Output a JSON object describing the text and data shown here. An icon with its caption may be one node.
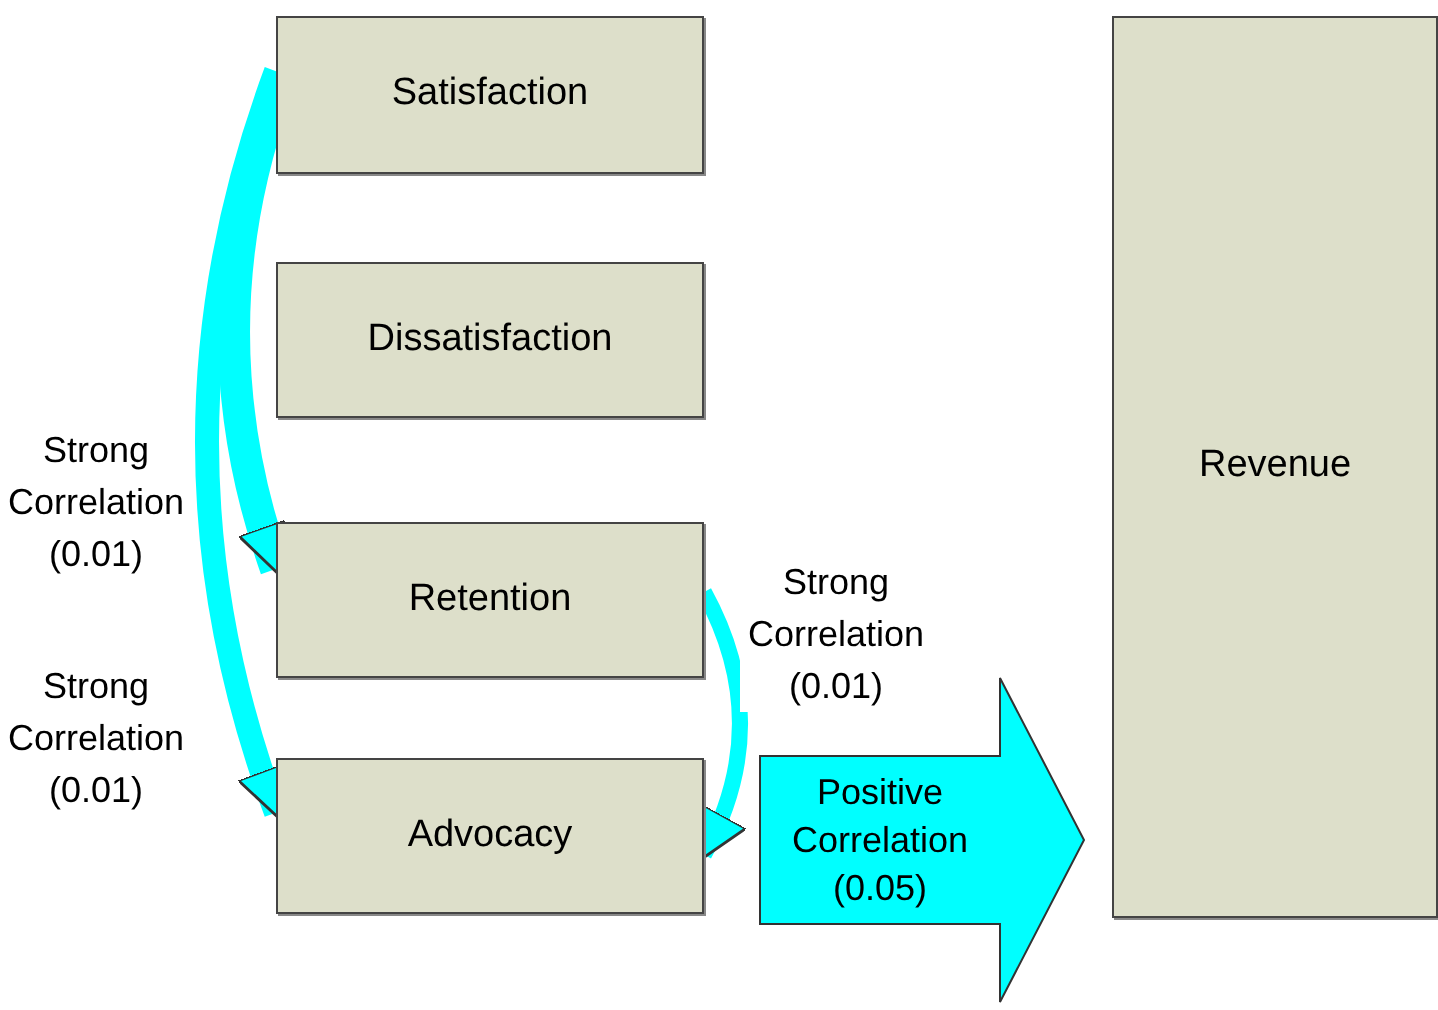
{
  "diagram": {
    "nodes": [
      {
        "text": [
          "Satisfaction"
        ]
      },
      {
        "text": [
          "Dissatisfaction"
        ]
      },
      {
        "text": [
          "Retention"
        ]
      },
      {
        "text": [
          "Advocacy"
        ]
      },
      {
        "text": [
          "Revenue"
        ]
      }
    ],
    "edges": [
      {
        "from": 0,
        "to": 2,
        "arrow": "to",
        "label": "Strong Correlation (0.01)"
      },
      {
        "from": 0,
        "to": 3,
        "arrow": "to",
        "label": "Strong Correlation (0.01)"
      },
      {
        "from": 2,
        "to": 3,
        "arrow": "to",
        "label": "Strong Correlation (0.01)"
      },
      {
        "from": 3,
        "to": 4,
        "arrow": "to",
        "label": "Positive Correlation (0.05)",
        "style": "thick"
      }
    ]
  }
}
